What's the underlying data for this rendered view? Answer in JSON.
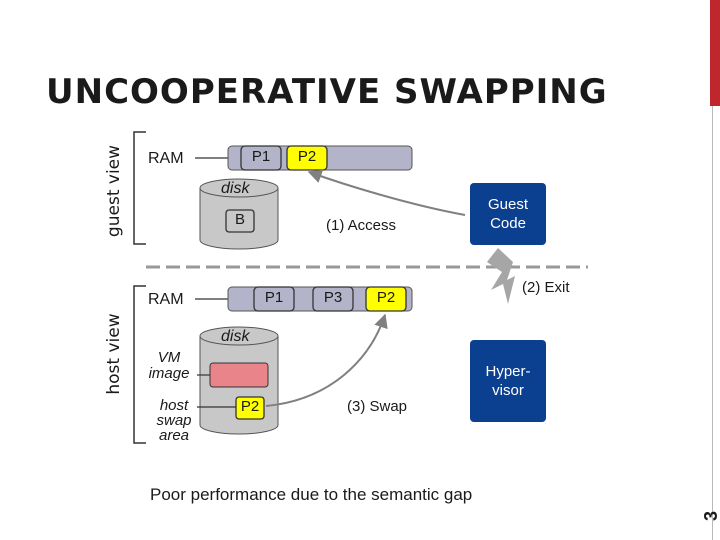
{
  "slide": {
    "title": "UNCOOPERATIVE SWAPPING",
    "page_number": "3",
    "footer": "Poor performance due to the semantic gap",
    "accent_color": "#c0262d"
  },
  "guest_view": {
    "label": "guest view",
    "ram_label": "RAM",
    "page_p1": "P1",
    "page_p2": "P2",
    "disk_label": "disk",
    "disk_block": "B",
    "access_label": "(1) Access",
    "guest_code": "Guest Code"
  },
  "host_view": {
    "label": "host view",
    "ram_label": "RAM",
    "page_p1": "P1",
    "page_p3": "P3",
    "page_p2": "P2",
    "disk_label": "disk",
    "vm_image_label": "VM image",
    "host_swap_label": "host swap area",
    "swap_page": "P2",
    "swap_label": "(3) Swap",
    "hypervisor": "Hyper- visor",
    "exit_label": "(2) Exit"
  },
  "colors": {
    "ram_bar": "#b3b3c9",
    "page_yellow": "#ffff00",
    "disk_gray": "#c8c8c8",
    "vm_image_red": "#e8848a",
    "box_blue": "#0b3f8f"
  }
}
